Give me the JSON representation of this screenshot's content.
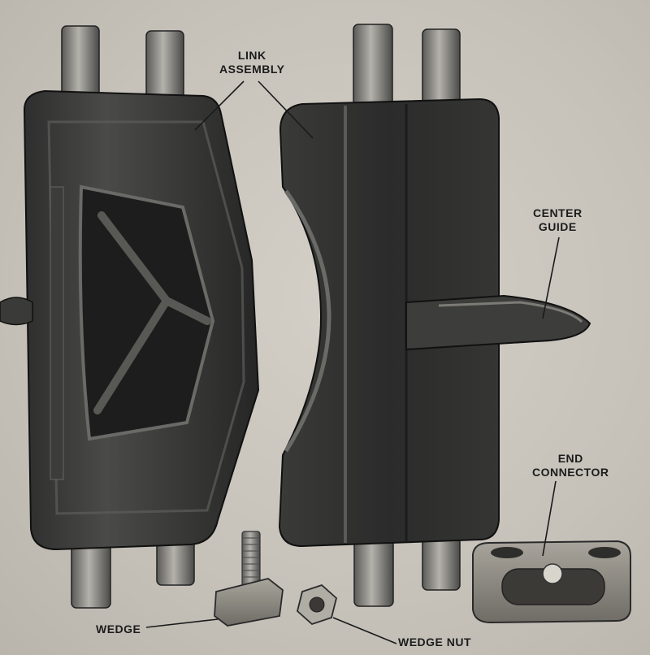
{
  "callouts": {
    "link_assembly": {
      "line1": "LINK",
      "line2": "ASSEMBLY"
    },
    "center_guide": {
      "line1": "CENTER",
      "line2": "GUIDE"
    },
    "end_connector": {
      "line1": "END",
      "line2": "CONNECTOR"
    },
    "wedge": {
      "text": "WEDGE"
    },
    "wedge_nut": {
      "text": "WEDGE NUT"
    }
  }
}
